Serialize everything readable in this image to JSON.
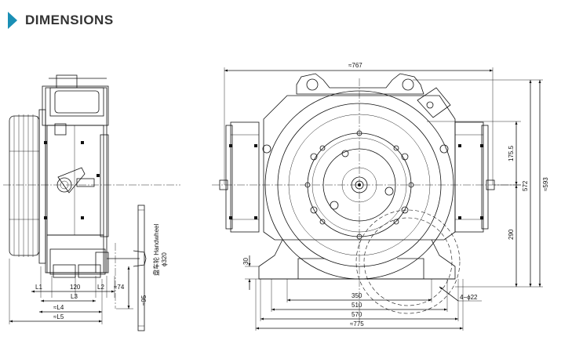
{
  "header": {
    "title": "DIMENSIONS"
  },
  "side_view": {
    "labels": {
      "L1": "L1",
      "d120": "120",
      "L2": "L2",
      "d74": "≈74",
      "L3": "L3",
      "L4": "≈L4",
      "L5": "≈L5",
      "d95": "≈95"
    },
    "handwheel": "盘车轮 Handwheel",
    "handwheel_dia": "ϕ320"
  },
  "front_view": {
    "labels": {
      "d767": "≈767",
      "d175": "175.5",
      "d572": "572",
      "d593": "≈593",
      "d290": "290",
      "d30": "30",
      "d350": "350",
      "d510": "510",
      "d570": "570",
      "d775": "≈775",
      "holes": "4−ϕ22"
    }
  }
}
